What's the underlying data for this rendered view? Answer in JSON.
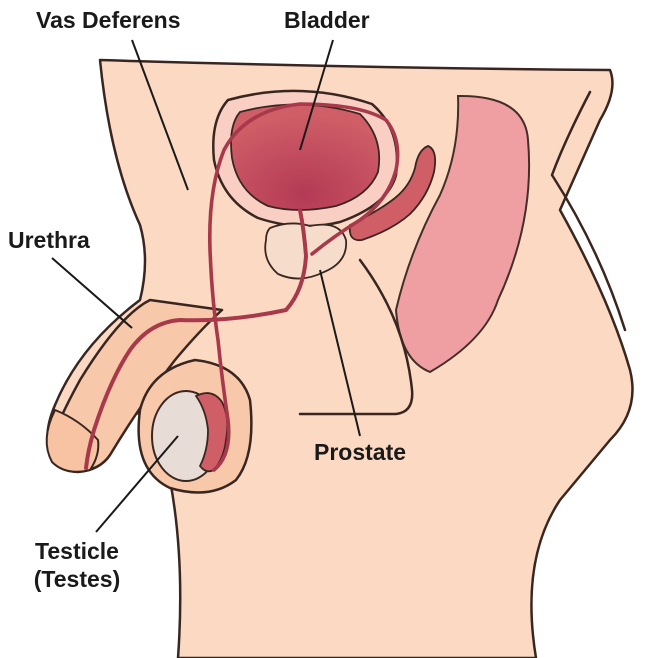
{
  "labels": {
    "vas_deferens": "Vas Deferens",
    "bladder": "Bladder",
    "urethra": "Urethra",
    "prostate": "Prostate",
    "testicle_line1": "Testicle",
    "testicle_line2": "(Testes)"
  },
  "colors": {
    "skin": "#fbd9c2",
    "skin_shadow": "#f8c8aa",
    "outline": "#3a2620",
    "organ_red": "#c9545f",
    "organ_dark": "#a8394a",
    "rectum": "#ef9ca0",
    "prostate": "#f5dccb",
    "testicle": "#e8dcd7",
    "leader_line": "#1a1a1a"
  }
}
